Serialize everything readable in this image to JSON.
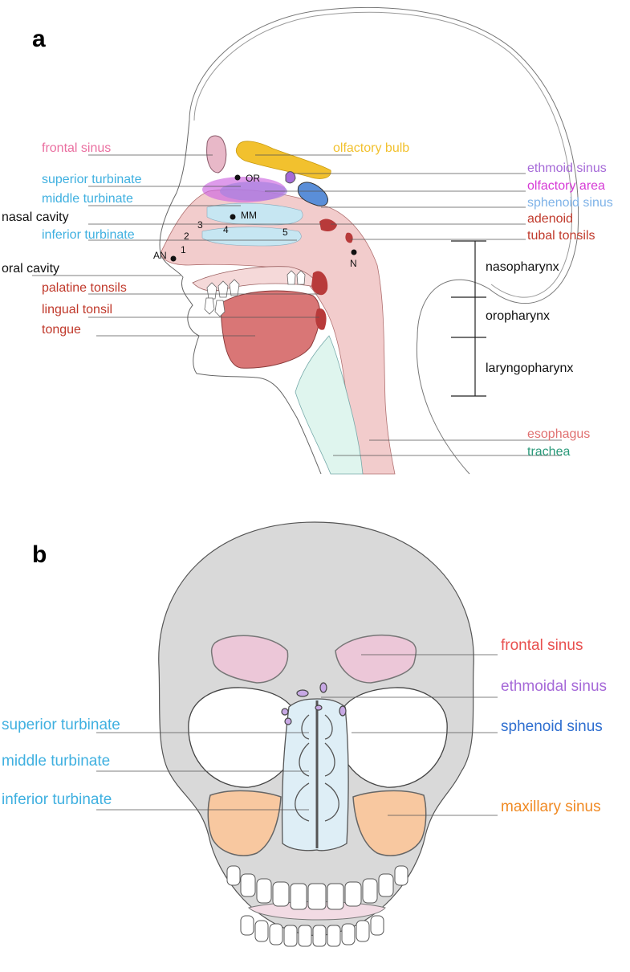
{
  "panel_a": {
    "letter": "a",
    "labels": {
      "frontal_sinus": "frontal sinus",
      "olfactory_bulb": "olfactory bulb",
      "superior_turbinate": "superior turbinate",
      "middle_turbinate": "middle turbinate",
      "nasal_cavity": "nasal cavity",
      "inferior_turbinate": "inferior turbinate",
      "oral_cavity": "oral cavity",
      "palatine_tonsils": "palatine tonsils",
      "lingual_tonsil": "lingual tonsil",
      "tongue": "tongue",
      "ethmoid_sinus": "ethmoid sinus",
      "olfactory_area": "olfactory area",
      "sphenoid_sinus": "sphenoid sinus",
      "adenoid": "adenoid",
      "tubal_tonsils": "tubal tonsils",
      "esophagus": "esophagus",
      "trachea": "trachea"
    },
    "regions": {
      "nasopharynx": "nasopharynx",
      "oropharynx": "oropharynx",
      "laryngopharynx": "laryngopharynx"
    },
    "markers": {
      "or": "OR",
      "mm": "MM",
      "an": "AN",
      "n": "N",
      "one": "1",
      "two": "2",
      "three": "3",
      "four": "4",
      "five": "5"
    }
  },
  "panel_b": {
    "letter": "b",
    "labels": {
      "frontal_sinus": "frontal sinus",
      "ethmoidal_sinus": "ethmoidal sinus",
      "superior_turbinate": "superior turbinate",
      "sphenoid_sinus": "sphenoid sinus",
      "middle_turbinate": "middle turbinate",
      "inferior_turbinate": "inferior turbinate",
      "maxillary_sinus": "maxillary sinus"
    }
  },
  "colors": {
    "frontal_sinus_label": "#ea6fa0",
    "turbinate_label": "#3fb0e0",
    "red_label": "#c0392b",
    "olfactory_bulb": "#f2c12e",
    "ethmoid_purple": "#a66ad8",
    "olfactory_area": "#d63ad6",
    "sphenoid_label": "#7fb3e8",
    "esophagus_label": "#e07070",
    "trachea_label": "#2a9a7a",
    "frontal_sinus_b": "#e8504f",
    "sphenoid_sinus_b": "#2f6fd0",
    "maxillary_sinus_b": "#f08a24"
  }
}
